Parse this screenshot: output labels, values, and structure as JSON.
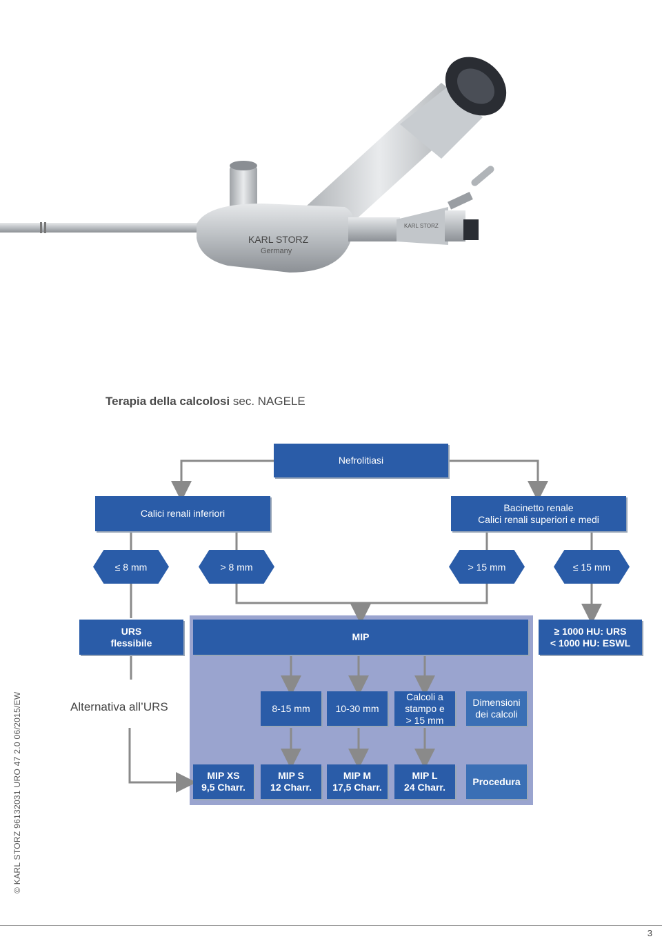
{
  "title": {
    "bold": "Terapia della calcolosi",
    "light": " sec. NAGELE"
  },
  "root": "Nefrolitiasi",
  "branches": {
    "left": "Calici renali inferiori",
    "right": "Bacinetto renale\nCalici renali superiori e medi"
  },
  "sizes": [
    "≤ 8 mm",
    "> 8 mm",
    "> 15 mm",
    "≤ 15 mm"
  ],
  "outcomes": {
    "urs": "URS\nflessibile",
    "mip": "MIP",
    "hu": "≥ 1000 HU: URS\n< 1000 HU: ESWL"
  },
  "alternative": "Alternativa all’URS",
  "stone_sizes": [
    "8-15 mm",
    "10-30 mm",
    "Calcoli a\nstampo e\n> 15 mm"
  ],
  "legend_top": "Dimensioni\ndei calcoli",
  "instruments": [
    "MIP XS\n9,5 Charr.",
    "MIP S\n12 Charr.",
    "MIP M\n17,5 Charr.",
    "MIP L\n24 Charr."
  ],
  "legend_bottom": "Procedura",
  "side_text": "© KARL STORZ 96132031 URO 47 2.0 06/2015/EW",
  "page_number": "3",
  "device_brand": "KARL STORZ",
  "device_country": "Germany",
  "colors": {
    "box": "#2a5ca8",
    "mip_panel": "#9aa4cf",
    "connector": "#8a8a8a"
  }
}
